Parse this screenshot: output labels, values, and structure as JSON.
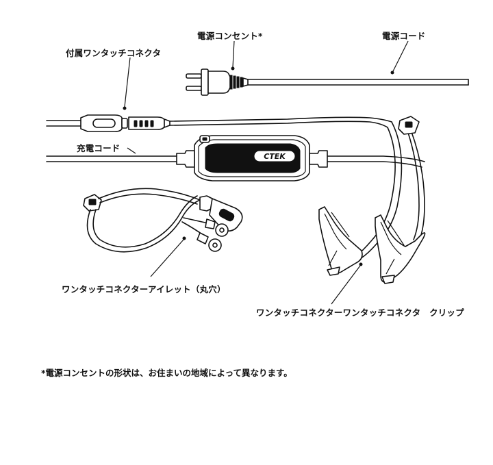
{
  "labels": {
    "power_plug": "電源コンセント*",
    "power_cord": "電源コード",
    "included_connector": "付属ワンタッチコネクタ",
    "charge_cord": "充電コード",
    "eyelet_cable": "ワンタッチコネクターアイレット（丸穴）",
    "clip_cable": "ワンタッチコネクターワンタッチコネクタ　クリップ"
  },
  "brand": "CTEK",
  "footnote": "*電源コンセントの形状は、お住まいの地域によって異なります。"
}
